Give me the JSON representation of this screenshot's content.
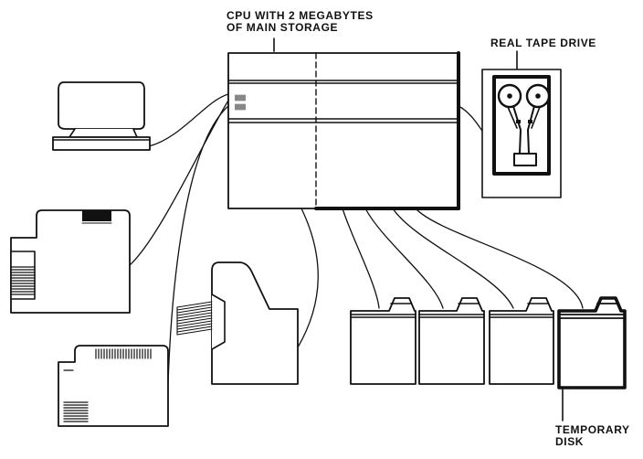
{
  "labels": {
    "cpu": [
      "CPU WITH 2 MEGABYTES",
      "OF MAIN STORAGE"
    ],
    "tape": "REAL TAPE DRIVE",
    "temp_disk": [
      "TEMPORARY",
      "DISK"
    ]
  },
  "colors": {
    "ink": "#111111",
    "paper": "#ffffff"
  }
}
